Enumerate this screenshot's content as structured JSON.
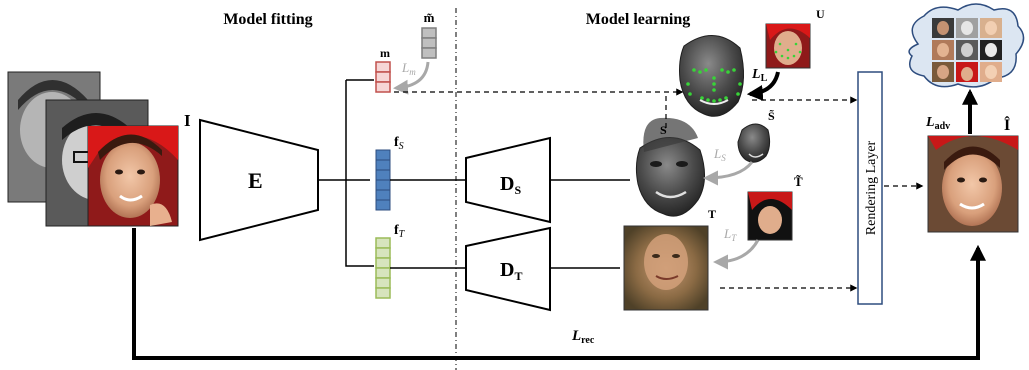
{
  "sections": {
    "fitting_title": "Model fitting",
    "learning_title": "Model learning"
  },
  "labels": {
    "input": "I",
    "encoder": "E",
    "m": "m",
    "m_tilde": "m̃",
    "L_m": "L",
    "L_m_sub": "m",
    "f_S": "f",
    "f_S_sub": "S",
    "f_T": "f",
    "f_T_sub": "T",
    "D_S": "D",
    "D_S_sub": "S",
    "D_T": "D",
    "D_T_sub": "T",
    "S": "S",
    "S_tilde": "S̃",
    "L_S": "L",
    "L_S_sub": "S",
    "T": "T",
    "T_tilde": "T̃",
    "L_T": "L",
    "L_T_sub": "T",
    "U": "U",
    "L_L": "L",
    "L_L_sub": "L",
    "rendering_layer": "Rendering Layer",
    "L_adv": "L",
    "L_adv_sub": "adv",
    "I_hat": "Î",
    "L_rec": "L",
    "L_rec_sub": "rec"
  },
  "colors": {
    "m_vector": "#c0504d",
    "m_tilde_vector": "#7f7f7f",
    "f_S_vector": "#4f81bd",
    "f_T_vector": "#9bbb59",
    "rendering_layer_border": "#2e4d7f",
    "loss_gray": "#a8a8a8",
    "cloud_fill": "#dce6f2",
    "cloud_stroke": "#2e4d7f"
  }
}
